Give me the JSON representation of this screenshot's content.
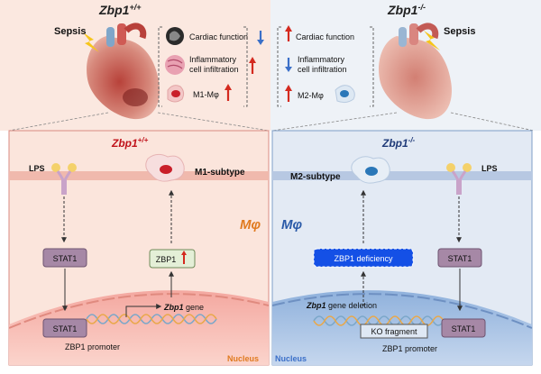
{
  "left_header": {
    "gene": "Zbp1",
    "genotype": "+/+",
    "trigger": "Sepsis"
  },
  "right_header": {
    "gene": "Zbp1",
    "genotype": "-/-",
    "trigger": "Sepsis"
  },
  "left_summary": [
    {
      "text": "Cardiac function",
      "direction": "down"
    },
    {
      "text": "Inflammatory",
      "text2": "cell infiltration",
      "direction": "up"
    },
    {
      "text": "M1-Mφ",
      "direction": "up"
    }
  ],
  "right_summary": [
    {
      "text": "Cardiac function",
      "direction": "up"
    },
    {
      "text": "Inflammatory",
      "text2": "cell infiltration",
      "direction": "down"
    },
    {
      "text": "M2-Mφ",
      "direction": "up"
    }
  ],
  "left_panel": {
    "title_gene": "Zbp1",
    "title_genotype": "+/+",
    "lps": "LPS",
    "subtype": "M1-subtype",
    "cell_label": "Mφ",
    "stat1_top": "STAT1",
    "zbp1_box": "ZBP1",
    "stat1_bottom": "STAT1",
    "gene_label_italic": "Zbp1",
    "gene_label_rest": " gene",
    "promoter": "ZBP1 promoter",
    "nucleus": "Nucleus"
  },
  "right_panel": {
    "title_gene": "Zbp1",
    "title_genotype": "-/-",
    "lps": "LPS",
    "subtype": "M2-subtype",
    "cell_label": "Mφ",
    "deficiency": "ZBP1 deficiency",
    "stat1_top": "STAT1",
    "stat1_bottom": "STAT1",
    "deletion_italic": "Zbp1",
    "deletion_rest": " gene deletion",
    "ko_fragment": "KO fragment",
    "promoter": "ZBP1 promoter",
    "nucleus": "Nucleus"
  },
  "colors": {
    "left_bg": "#fbe5dc",
    "right_bg": "#e3eaf4",
    "left_title": "#c0121a",
    "right_title": "#1f3a78",
    "left_cell_label": "#e07a1f",
    "right_cell_label": "#2a5aa8",
    "arrow_up": "#d42a1f",
    "arrow_down": "#3a6fc8",
    "stat1_fill": "#a688a6",
    "deficiency_fill": "#1450e6"
  }
}
